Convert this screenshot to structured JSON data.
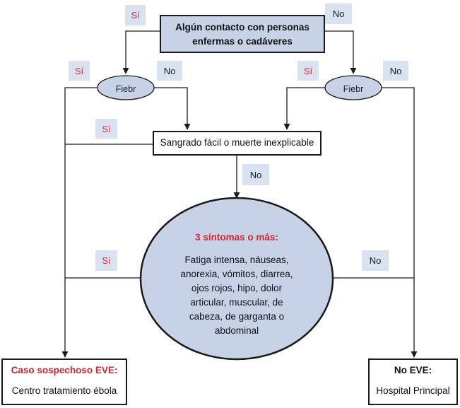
{
  "nodes": {
    "contact": {
      "line1": "Algún contacto con personas",
      "line2": "enfermas o cadáveres"
    },
    "fever_left": "Fiebr",
    "fever_right": "Fiebr",
    "bleeding": "Sangrado fácil o muerte inexplicable",
    "symptoms": {
      "title": "3 síntomas o más:",
      "lines": [
        "Fatiga intensa, náuseas,",
        "anorexia, vómitos, diarrea,",
        "ojos rojos, hipo, dolor",
        "articular, muscular, de",
        "cabeza, de garganta o",
        "abdominal"
      ]
    },
    "suspected": {
      "title": "Caso sospechoso EVE:",
      "subtitle": "Centro tratamiento ébola"
    },
    "no_eve": {
      "title": "No EVE:",
      "subtitle": "Hospital Principal"
    }
  },
  "labels": {
    "si": "Sí",
    "no": "No"
  },
  "colors": {
    "box_fill": "#c6d3e6",
    "tag_fill": "#d8e2f0",
    "si_text": "#d2323c",
    "emphasis_red": "#e0202a",
    "line": "#1a1a1a"
  }
}
